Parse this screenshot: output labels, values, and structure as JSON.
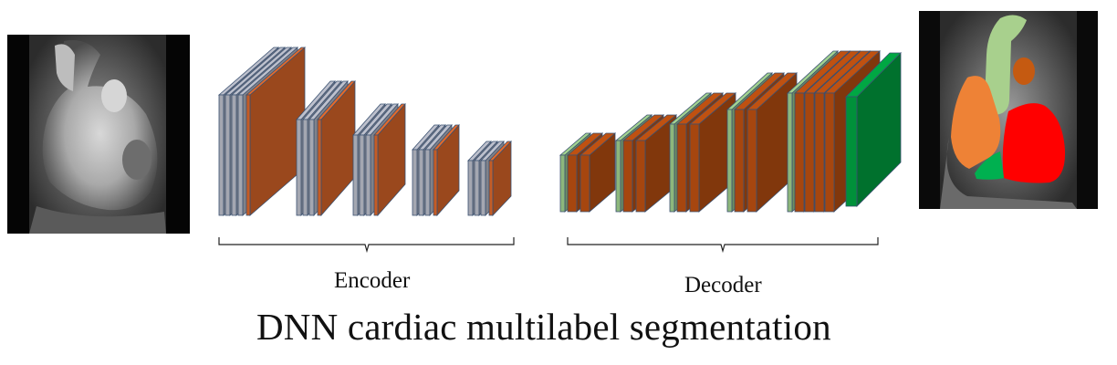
{
  "encoder_label": "Encoder",
  "decoder_label": "Decoder",
  "title": "DNN cardiac multilabel segmentation",
  "colors": {
    "encoder_gray": "#a4a7b1",
    "encoder_orange": "#c55c25",
    "decoder_green": "#8db77c",
    "decoder_brown": "#a6460f",
    "output_green": "#00913a",
    "seg_orange": "#ee8236",
    "seg_green_light": "#a8d08d",
    "seg_red": "#ff0000",
    "seg_green": "#00b050",
    "seg_brown": "#c55a11",
    "outline": "#3a5070"
  },
  "icons": {
    "input_image": "grayscale-cardiac-mri",
    "output_image": "color-segmentation-mri"
  }
}
